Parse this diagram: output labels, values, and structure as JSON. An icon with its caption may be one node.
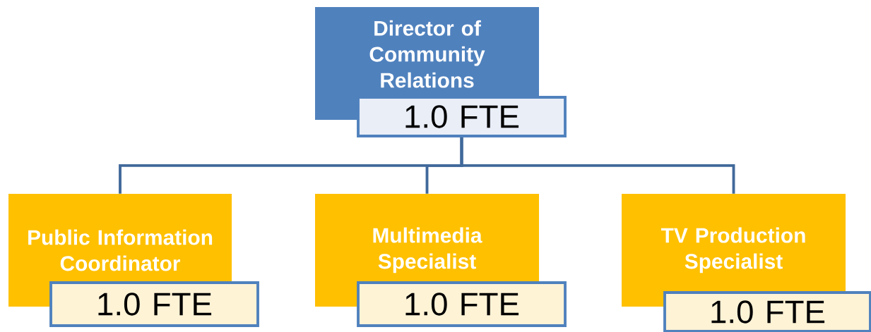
{
  "diagram": {
    "nodes": [
      {
        "text": [
          "Director of Community Relations"
        ]
      },
      {
        "text": [
          "1.0 FTE"
        ]
      },
      {
        "text": [
          "Public Information Coordinator"
        ]
      },
      {
        "text": [
          "1.0 FTE"
        ]
      },
      {
        "text": [
          "Multimedia Specialist"
        ]
      },
      {
        "text": [
          "1.0 FTE"
        ]
      },
      {
        "text": [
          "TV Production Specialist"
        ]
      },
      {
        "text": [
          "1.0 FTE"
        ]
      }
    ],
    "edges": [
      {
        "from": 1,
        "to": 2,
        "arrow": "none"
      },
      {
        "from": 1,
        "to": 4,
        "arrow": "none"
      },
      {
        "from": 1,
        "to": 6,
        "arrow": "none"
      }
    ]
  }
}
